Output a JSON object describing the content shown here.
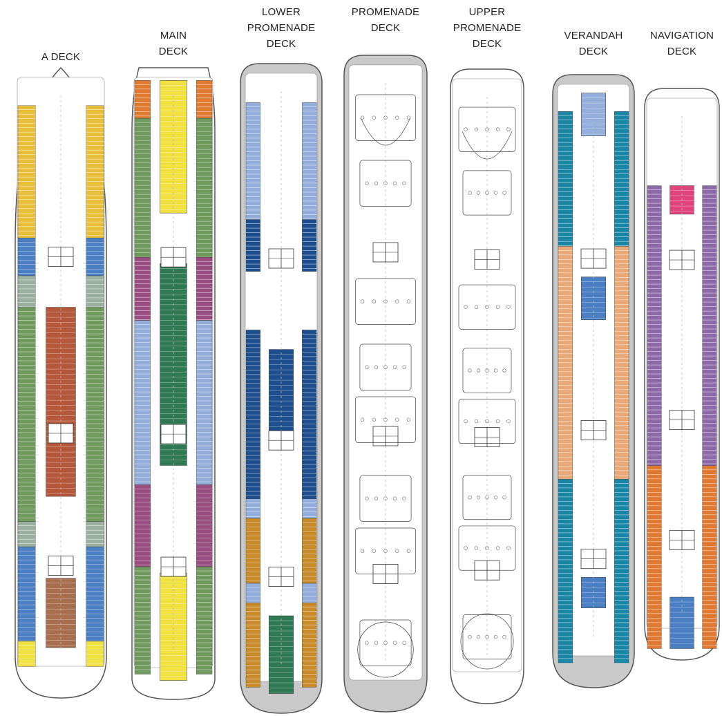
{
  "colors": {
    "yellow": "#e8be3a",
    "bright_yellow": "#f0e040",
    "blue": "#4a7fc4",
    "light_blue": "#93aedb",
    "teal": "#1a86a6",
    "navy": "#1d4f8f",
    "green": "#6e9a5e",
    "dark_green": "#2f7a55",
    "sage": "#9bb0a0",
    "brown_red": "#b5583a",
    "brown": "#a86f4e",
    "purple": "#9a4d80",
    "violet": "#8c6aa8",
    "orange": "#e07a32",
    "peach": "#e8a877",
    "pink": "#e0447a",
    "olive": "#9a8a3a",
    "gold": "#c98b2a",
    "hull_gray": "#c9c9c9",
    "outline": "#555555"
  },
  "decks": [
    {
      "id": "a-deck",
      "label_lines": [
        "A  DECK"
      ],
      "zones": [
        [
          "yellow",
          0.06,
          0.27
        ],
        [
          "blue",
          0.27,
          0.33
        ],
        [
          "sage",
          0.33,
          0.38
        ],
        [
          "green",
          0.38,
          0.72
        ],
        [
          "sage",
          0.72,
          0.76
        ],
        [
          "blue",
          0.76,
          0.91
        ],
        [
          "bright_yellow",
          0.91,
          0.95
        ]
      ],
      "central": [
        [
          "brown_red",
          0.38,
          0.68
        ],
        [
          "brown",
          0.81,
          0.92
        ]
      ]
    },
    {
      "id": "main-deck",
      "label_lines": [
        "MAIN",
        "DECK"
      ],
      "zones": [
        [
          "orange",
          0.02,
          0.08
        ],
        [
          "green",
          0.08,
          0.3
        ],
        [
          "purple",
          0.3,
          0.4
        ],
        [
          "light_blue",
          0.4,
          0.66
        ],
        [
          "purple",
          0.66,
          0.79
        ],
        [
          "green",
          0.79,
          0.96
        ]
      ],
      "central": [
        [
          "bright_yellow",
          0.02,
          0.23
        ],
        [
          "dark_green",
          0.31,
          0.63
        ],
        [
          "bright_yellow",
          0.8,
          0.97
        ]
      ]
    },
    {
      "id": "lower-promenade-deck",
      "label_lines": [
        "LOWER",
        "PROMENADE",
        "DECK"
      ],
      "zones": [
        [
          "light_blue",
          0.06,
          0.24
        ],
        [
          "navy",
          0.24,
          0.32
        ],
        [
          "navy",
          0.41,
          0.67
        ],
        [
          "light_blue",
          0.67,
          0.7
        ],
        [
          "gold",
          0.7,
          0.8
        ],
        [
          "light_blue",
          0.8,
          0.83
        ],
        [
          "gold",
          0.83,
          0.96
        ]
      ],
      "central": [
        [
          "navy",
          0.44,
          0.59
        ],
        [
          "dark_green",
          0.85,
          0.97
        ]
      ]
    },
    {
      "id": "promenade-deck",
      "label_lines": [
        "PROMENADE",
        "DECK"
      ],
      "zones": [],
      "central": []
    },
    {
      "id": "upper-promenade-deck",
      "label_lines": [
        "UPPER",
        "PROMENADE",
        "DECK"
      ],
      "zones": [],
      "central": []
    },
    {
      "id": "verandah-deck",
      "label_lines": [
        "VERANDAH",
        "DECK"
      ],
      "zones": [
        [
          "teal",
          0.06,
          0.28
        ],
        [
          "peach",
          0.28,
          0.66
        ],
        [
          "teal",
          0.66,
          0.96
        ]
      ],
      "central": [
        [
          "light_blue",
          0.03,
          0.1
        ],
        [
          "blue",
          0.33,
          0.4
        ],
        [
          "blue",
          0.82,
          0.87
        ]
      ]
    },
    {
      "id": "navigation-deck",
      "label_lines": [
        "NAVIGATION",
        "DECK"
      ],
      "zones": [
        [
          "violet",
          0.17,
          0.66
        ],
        [
          "orange",
          0.66,
          0.98
        ]
      ],
      "central": [
        [
          "pink",
          0.17,
          0.22
        ],
        [
          "blue",
          0.89,
          0.98
        ]
      ]
    }
  ]
}
